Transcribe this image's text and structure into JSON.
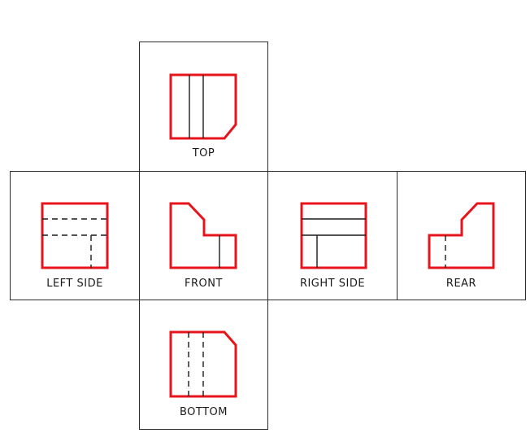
{
  "colors": {
    "visible_edge": "#e8141c",
    "line": "#1a1a1a",
    "hidden_edge": "#1a1a1a"
  },
  "views": {
    "top": {
      "label": "TOP"
    },
    "left_side": {
      "label": "LEFT  SIDE"
    },
    "front": {
      "label": "FRONT"
    },
    "right_side": {
      "label": "RIGHT  SIDE"
    },
    "rear": {
      "label": "REAR"
    },
    "bottom": {
      "label": "BOTTOM"
    }
  }
}
